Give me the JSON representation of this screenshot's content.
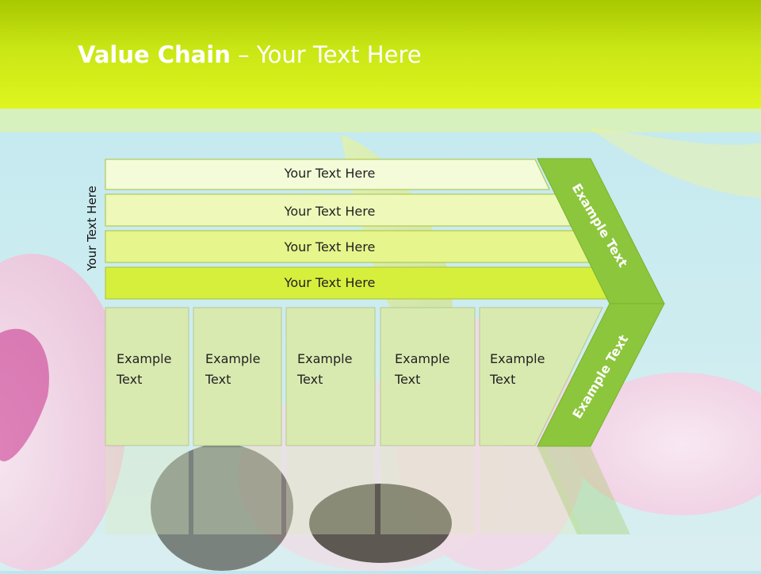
{
  "slide": {
    "title_bold": "Value Chain",
    "title_rest": " – Your Text Here"
  },
  "diagram": {
    "side_label": "Your Text Here",
    "support_rows": [
      {
        "label": "Your Text Here",
        "color": "#f4fbd8"
      },
      {
        "label": "Your Text Here",
        "color": "#eef8b8"
      },
      {
        "label": "Your Text Here",
        "color": "#e6f58c"
      },
      {
        "label": "Your Text Here",
        "color": "#d6ef3c"
      }
    ],
    "primary_boxes": [
      {
        "line1": "Example",
        "line2": "Text"
      },
      {
        "line1": "Example",
        "line2": "Text"
      },
      {
        "line1": "Example",
        "line2": "Text"
      },
      {
        "line1": "Example",
        "line2": "Text"
      },
      {
        "line1": "Example",
        "line2": "Text"
      }
    ],
    "margin_top_label": "Example Text",
    "margin_bottom_label": "Example Text",
    "colors": {
      "box_fill": "#d9eab0",
      "box_stroke": "#b8c890",
      "margin_fill": "#8cc63c",
      "row_stroke": "#a9c23a"
    }
  }
}
